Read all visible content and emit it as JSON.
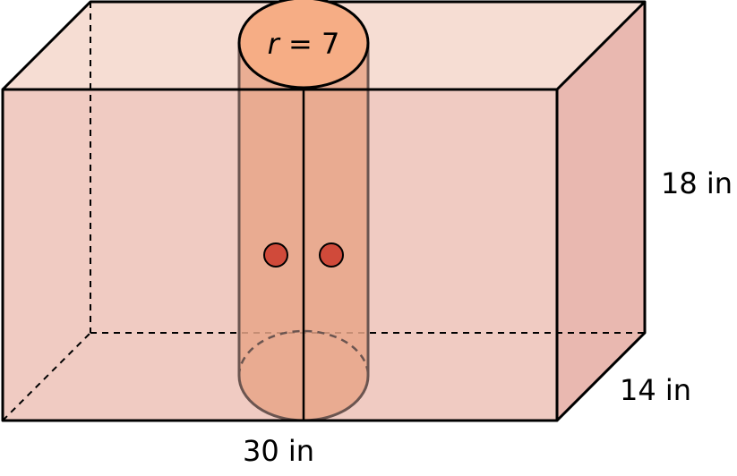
{
  "labels": {
    "radius_var": "r",
    "radius_rest": " = 7",
    "height": "18 in",
    "depth": "14 in",
    "width": "30 in"
  },
  "colors": {
    "top_face": "#f6ddd3",
    "front_face": "#f0cbc2",
    "right_face": "#e9b8b0",
    "cylinder": "#e8a688",
    "cylinder_top": "#f6ad85",
    "dots": "#d04a3a"
  }
}
